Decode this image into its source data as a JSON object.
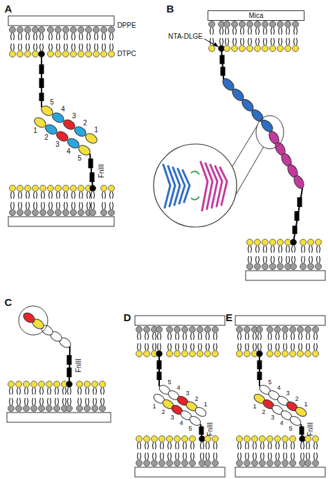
{
  "diagram": {
    "nodes": [
      {
        "text": [
          "Mica"
        ]
      }
    ],
    "labels": [
      "A",
      "DPPE",
      "DTPC",
      "5",
      "4",
      "3",
      "2",
      "1",
      "1",
      "2",
      "3",
      "4",
      "5",
      "FnIII",
      "B",
      "NTA-DLGE",
      "C",
      "FnIII",
      "D",
      "5",
      "4",
      "3",
      "2",
      "1",
      "1",
      "2",
      "3",
      "4",
      "5",
      "FnIII",
      "E",
      "5",
      "4",
      "3",
      "2",
      "1",
      "1",
      "2",
      "3",
      "4",
      "5",
      "FnIII"
    ]
  }
}
